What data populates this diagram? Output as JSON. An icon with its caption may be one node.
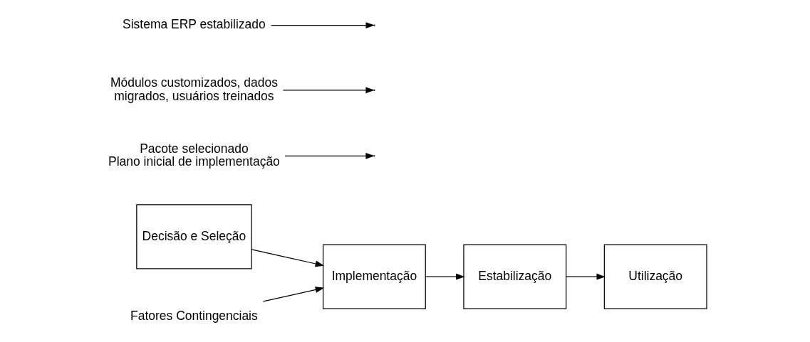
{
  "diagram": {
    "nodes": [
      {
        "text": [
          "Decisão e Seleção"
        ]
      },
      {
        "text": [
          "Implementação"
        ]
      },
      {
        "text": [
          "Estabilização"
        ]
      },
      {
        "text": [
          "Utilização"
        ]
      },
      {
        "text": [
          "Fatores Contingenciais"
        ]
      },
      {
        "text": [
          "Pacote selecionado",
          "Plano inicial de implementação"
        ]
      },
      {
        "text": [
          "Módulos customizados, dados migrados, usuários treinados"
        ]
      },
      {
        "text": [
          "Sistema ERP estabilizado"
        ]
      }
    ],
    "edges": [
      {
        "from": 0,
        "to": 1,
        "arrow": "to"
      },
      {
        "from": 1,
        "to": 2,
        "arrow": "to"
      },
      {
        "from": 2,
        "to": 3,
        "arrow": "to"
      },
      {
        "from": 4,
        "to": 1,
        "arrow": "to"
      },
      {
        "from": 5,
        "to": null,
        "arrow": "to"
      },
      {
        "from": 6,
        "to": null,
        "arrow": "to"
      },
      {
        "from": 7,
        "to": null,
        "arrow": "to"
      }
    ]
  }
}
